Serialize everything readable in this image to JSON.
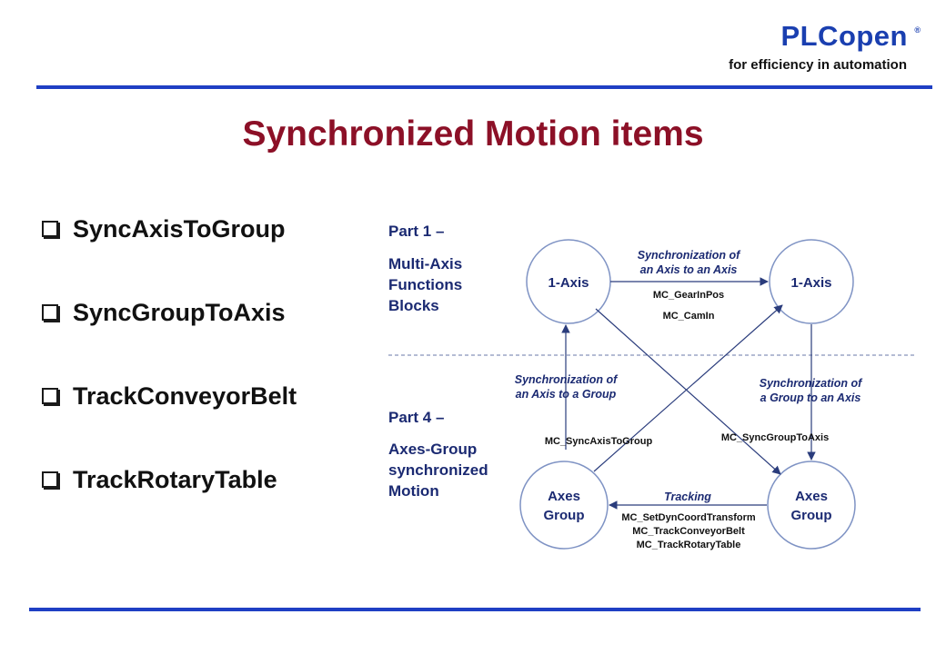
{
  "header": {
    "brand": "PLCopen",
    "brand_mark": "®",
    "tagline": "for efficiency in automation"
  },
  "slide": {
    "title": "Synchronized Motion items"
  },
  "bullets": [
    "SyncAxisToGroup",
    "SyncGroupToAxis",
    "TrackConveyorBelt",
    "TrackRotaryTable"
  ],
  "diagram": {
    "part1": [
      "Part 1 –",
      "Multi-Axis",
      "Functions",
      "Blocks"
    ],
    "part4": [
      "Part 4 –",
      "Axes-Group",
      "synchronized",
      "Motion"
    ],
    "node_axis": "1-Axis",
    "node_group": [
      "Axes",
      "Group"
    ],
    "top_link": {
      "title": [
        "Synchronization of",
        "an Axis to an Axis"
      ],
      "fbs": [
        "MC_GearInPos",
        "MC_CamIn"
      ]
    },
    "left_link": {
      "title": [
        "Synchronization of",
        "an Axis to a Group"
      ],
      "fb": "MC_SyncAxisToGroup"
    },
    "right_link": {
      "title": [
        "Synchronization of",
        "a Group to an Axis"
      ],
      "fb": "MC_SyncGroupToAxis"
    },
    "bottom_link": {
      "title": "Tracking",
      "fbs": [
        "MC_SetDynCoordTransform",
        "MC_TrackConveyorBelt",
        "MC_TrackRotaryTable"
      ]
    }
  },
  "colors": {
    "brand": "#1a3fb0",
    "title": "#8c1027",
    "rule": "#1f3fc4",
    "diagram_text": "#1b2a72",
    "node_stroke": "#7f93c4",
    "arrow": "#2a3c7c"
  }
}
